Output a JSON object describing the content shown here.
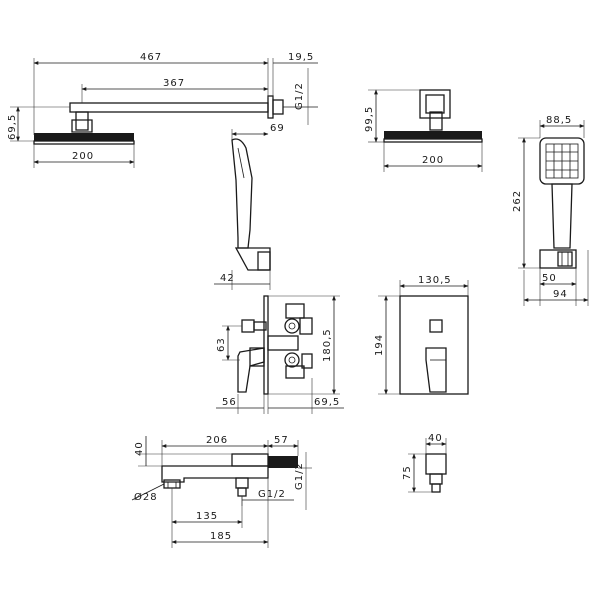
{
  "labels": {
    "arm_total": "467",
    "arm_inner": "367",
    "flange_thick": "19,5",
    "arm_thread": "G1/2",
    "head_height": "69,5",
    "head_width": "200",
    "hand_offset": "69",
    "hand_bottom": "42",
    "front_height": "99,5",
    "front_width": "200",
    "handset_width": "88,5",
    "handset_length": "262",
    "bracket_width": "50",
    "bracket_total": "94",
    "mixer_spacing": "63",
    "mixer_height": "180,5",
    "mixer_front": "56",
    "mixer_depth": "69,5",
    "plate_width": "130,5",
    "plate_height": "194",
    "spout_length": "206",
    "spout_tip": "57",
    "spout_height": "40",
    "spout_diameter": "Ø28",
    "spout_thread1": "G1/2",
    "spout_thread2": "G1/2",
    "spout_inner": "135",
    "spout_total": "185",
    "outlet_width": "40",
    "outlet_height": "75"
  }
}
